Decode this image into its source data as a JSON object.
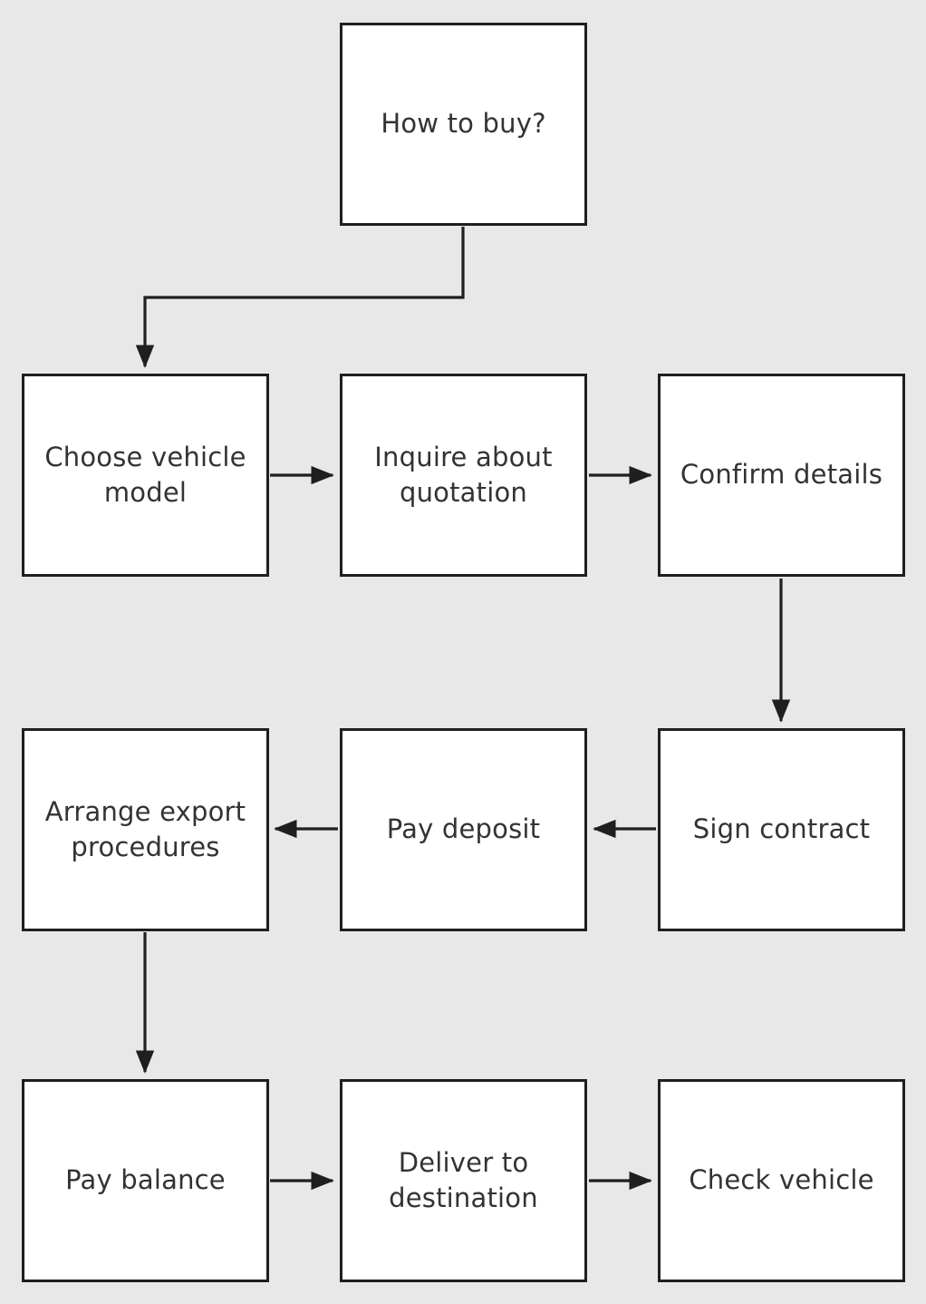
{
  "diagram": {
    "title": "How to buy?",
    "background_color": "#e8e8e8",
    "node_fill_color": "#ffffff",
    "node_border_color": "#1f1f1f",
    "text_color": "#333333",
    "edge_color": "#1f1f1f",
    "nodes": [
      {
        "id": "how-to-buy",
        "label": "How to buy?",
        "row": 0,
        "column": 2
      },
      {
        "id": "choose-vehicle",
        "label": "Choose vehicle\nmodel",
        "row": 1,
        "column": 1
      },
      {
        "id": "inquire-quotation",
        "label": "Inquire about\nquotation",
        "row": 1,
        "column": 2
      },
      {
        "id": "confirm-details",
        "label": "Confirm details",
        "row": 1,
        "column": 3
      },
      {
        "id": "arrange-export",
        "label": "Arrange export\nprocedures",
        "row": 2,
        "column": 1
      },
      {
        "id": "pay-deposit",
        "label": "Pay deposit",
        "row": 2,
        "column": 2
      },
      {
        "id": "sign-contract",
        "label": "Sign contract",
        "row": 2,
        "column": 3
      },
      {
        "id": "pay-balance",
        "label": "Pay balance",
        "row": 3,
        "column": 1
      },
      {
        "id": "deliver-destination",
        "label": "Deliver to\ndestination",
        "row": 3,
        "column": 2
      },
      {
        "id": "check-vehicle",
        "label": "Check vehicle",
        "row": 3,
        "column": 3
      }
    ],
    "edges": [
      {
        "from": "how-to-buy",
        "to": "choose-vehicle",
        "direction": "down-left-down"
      },
      {
        "from": "choose-vehicle",
        "to": "inquire-quotation",
        "direction": "right"
      },
      {
        "from": "inquire-quotation",
        "to": "confirm-details",
        "direction": "right"
      },
      {
        "from": "confirm-details",
        "to": "sign-contract",
        "direction": "down"
      },
      {
        "from": "sign-contract",
        "to": "pay-deposit",
        "direction": "left"
      },
      {
        "from": "pay-deposit",
        "to": "arrange-export",
        "direction": "left"
      },
      {
        "from": "arrange-export",
        "to": "pay-balance",
        "direction": "down"
      },
      {
        "from": "pay-balance",
        "to": "deliver-destination",
        "direction": "right"
      },
      {
        "from": "deliver-destination",
        "to": "check-vehicle",
        "direction": "right"
      }
    ]
  }
}
